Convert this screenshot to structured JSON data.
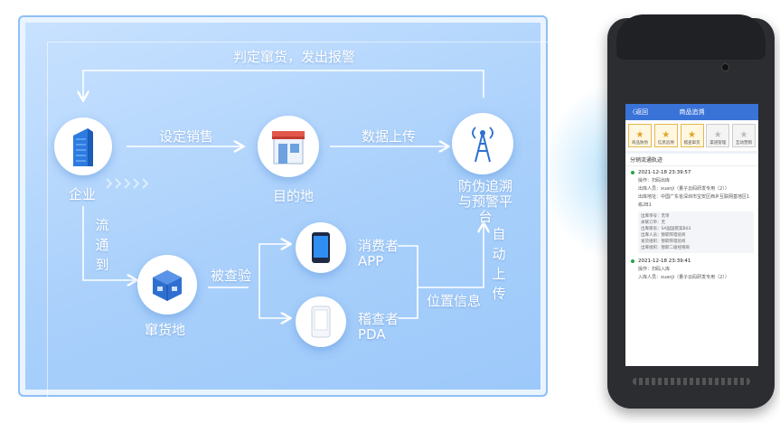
{
  "diagram": {
    "arrow_top": "判定窜货，发出报警",
    "arrow_set_sale": "设定销售",
    "arrow_data_upload": "数据上传",
    "arrow_flow_to": "流通到",
    "arrow_checked": "被查验",
    "arrow_position": "位置信息",
    "arrow_auto_upload": "自动上传",
    "nodes": {
      "enterprise": "企业",
      "destination": "目的地",
      "platform": "防伪追溯与预警平台",
      "diversion_site": "窜货地",
      "consumer_app": "消费者\nAPP",
      "inspector_pda": "稽查者\nPDA"
    },
    "colors": {
      "primary": "#3a73d8",
      "panel": "#a9d0fb",
      "line": "#ffffff"
    }
  },
  "phone": {
    "nav_back": "〈返回",
    "nav_title": "商品追溯",
    "tabs": [
      {
        "label": "商品防伪",
        "icon": "star-icon"
      },
      {
        "label": "信息追溯",
        "icon": "star-icon"
      },
      {
        "label": "稽查窜货",
        "icon": "star-icon"
      },
      {
        "label": "渠道管理",
        "icon": "star-icon"
      },
      {
        "label": "互动营销",
        "icon": "star-icon"
      }
    ],
    "section_title": "分销流通轨迹",
    "records": [
      {
        "time": "2021-12-18 23:39:57",
        "op_label": "操作：",
        "op_value": "扫码出库",
        "person_label": "出库人员：",
        "person_value": "xuanji（量子云码研发专用（2））",
        "addr_label": "出库地址：",
        "addr_value": "中国广东省深圳市宝安区西乡互联网基地区1栋2B1",
        "details": [
          "出库单号：无单",
          "关联订单：无",
          "出库库房：SA国国管案B03",
          "出库人员：暂职阵错验商",
          "发货组织：暂职阵错验商",
          "出库组织：暂职二级经销商"
        ]
      },
      {
        "time": "2021-12-18 23:39:41",
        "op_label": "操作：",
        "op_value": "扫码入库",
        "person_label": "入库人员：",
        "person_value": "xuanji（量子云码研发专用（2））"
      }
    ]
  }
}
